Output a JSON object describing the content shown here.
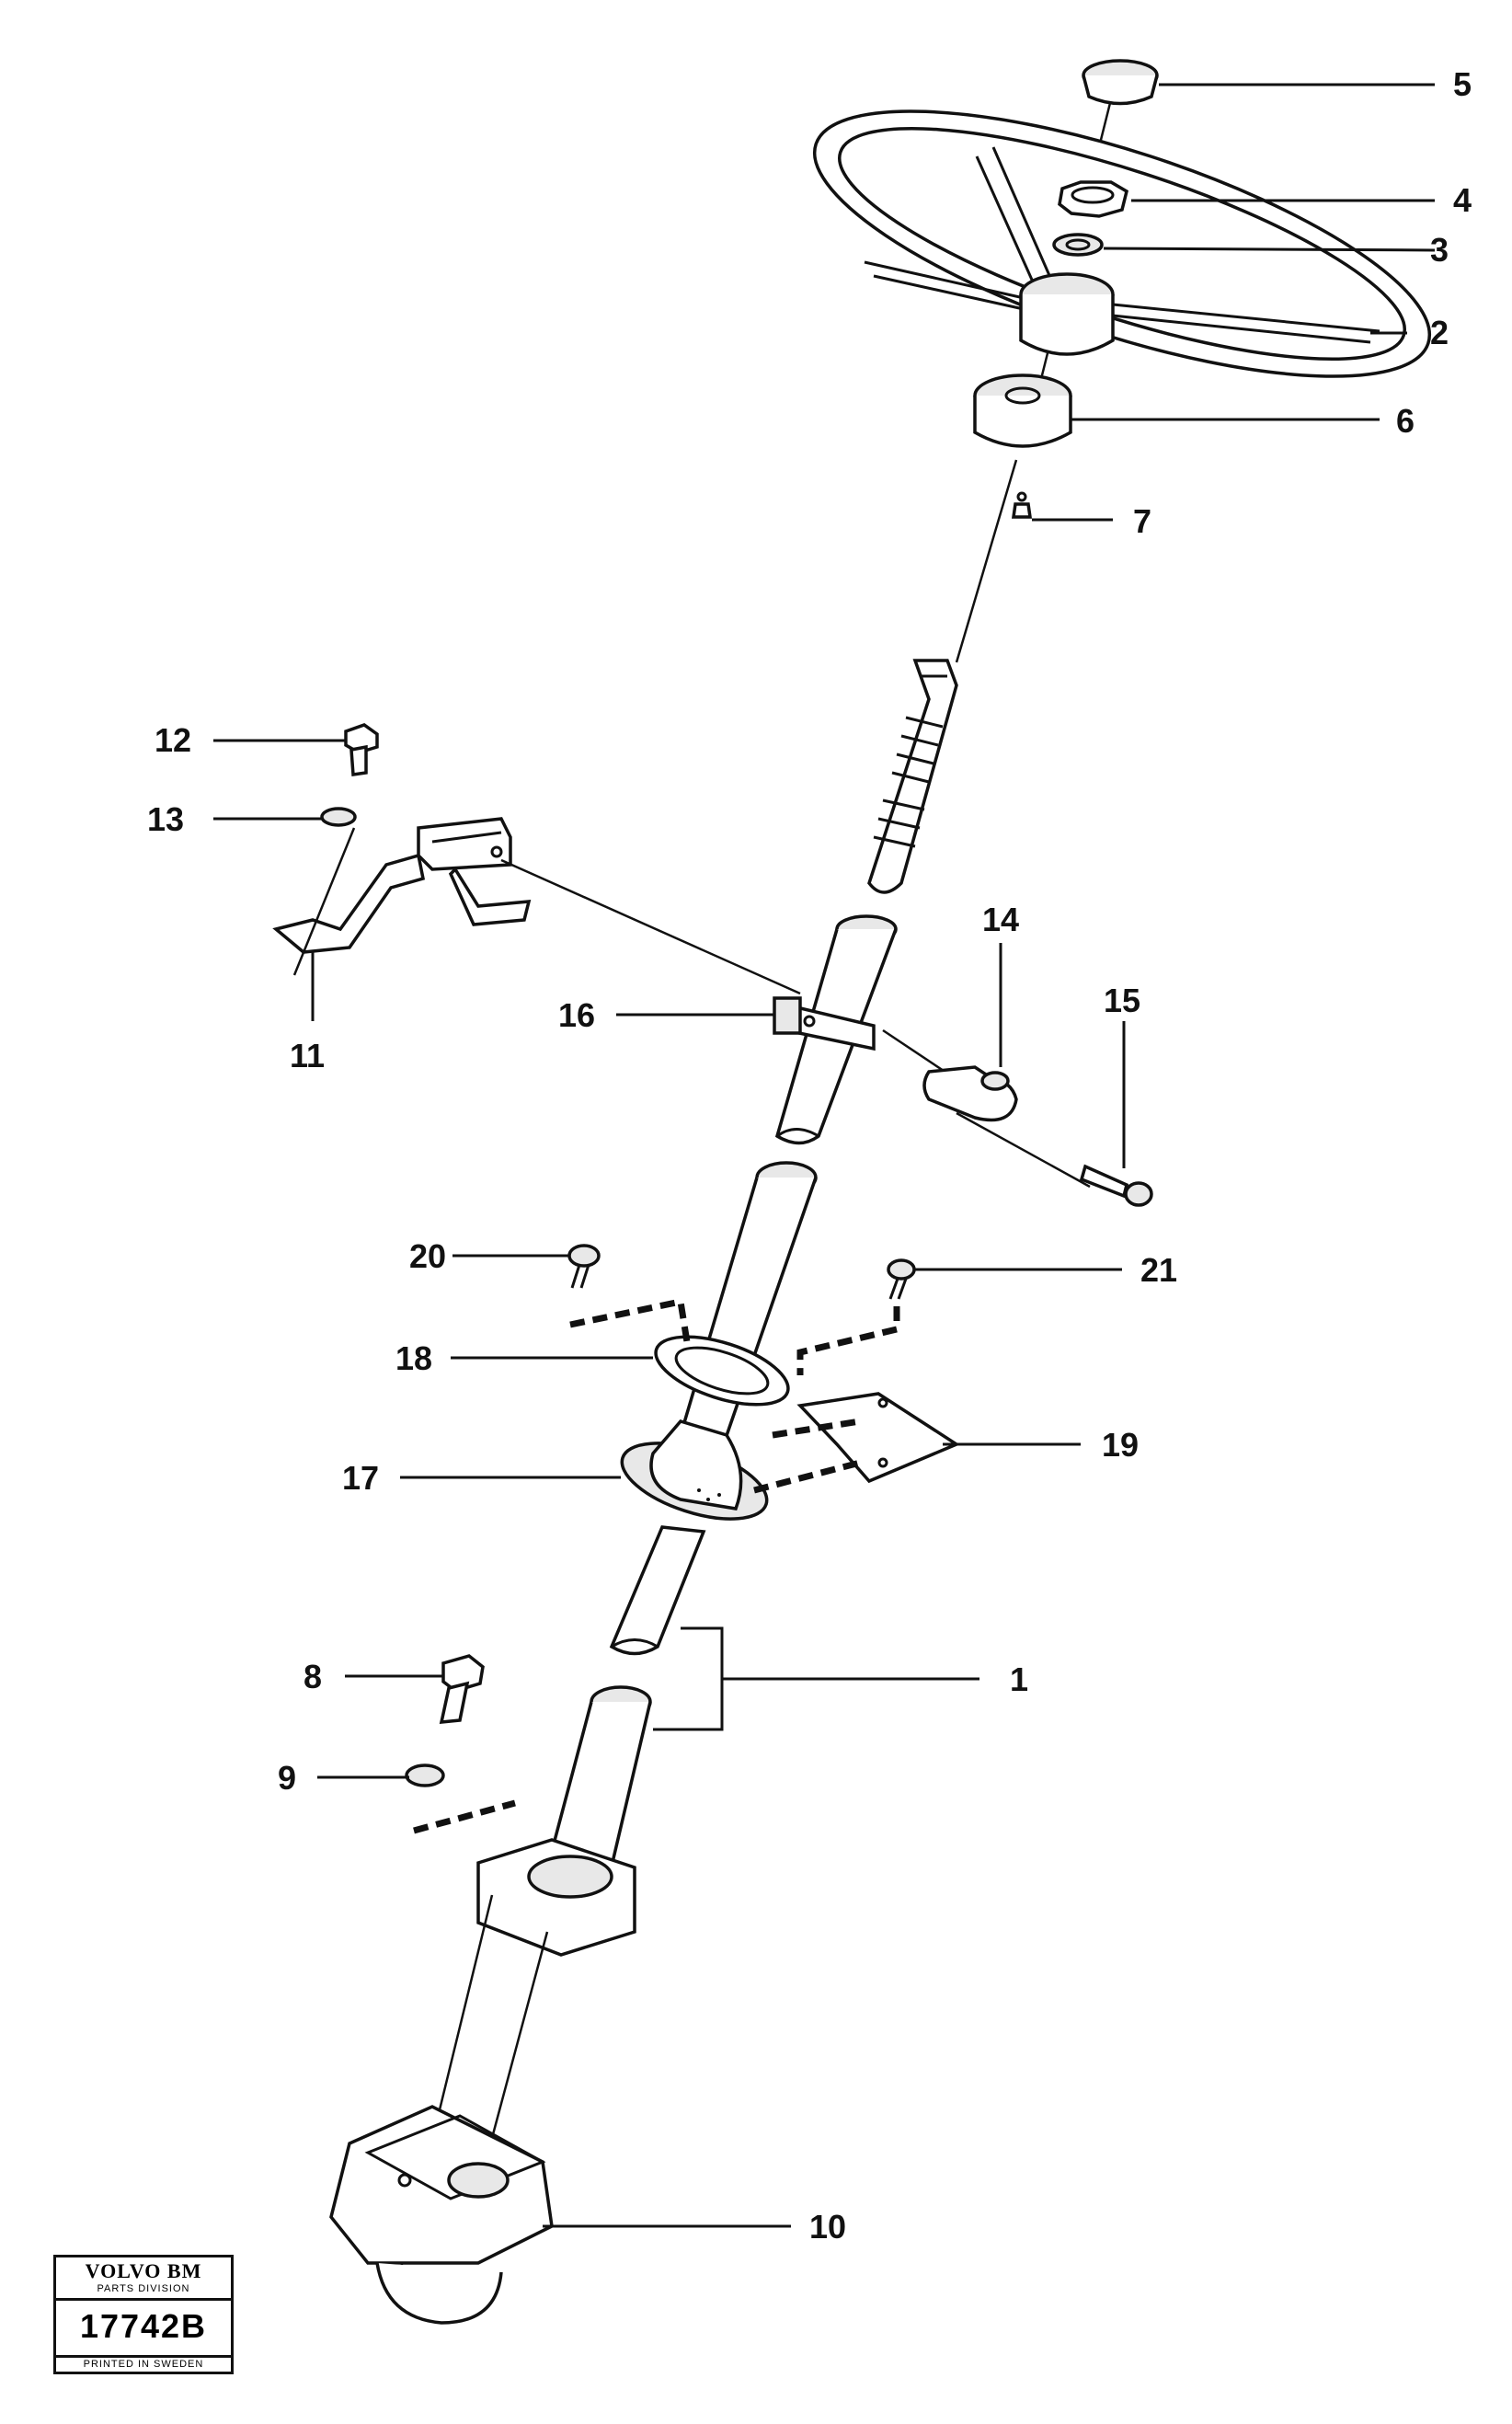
{
  "callouts": {
    "c1": "1",
    "c2": "2",
    "c3": "3",
    "c4": "4",
    "c5": "5",
    "c6": "6",
    "c7": "7",
    "c8": "8",
    "c9": "9",
    "c10": "10",
    "c11": "11",
    "c12": "12",
    "c13": "13",
    "c14": "14",
    "c15": "15",
    "c16": "16",
    "c17": "17",
    "c18": "18",
    "c19": "19",
    "c20": "20",
    "c21": "21"
  },
  "stamp": {
    "brand": "VOLVO BM",
    "division": "PARTS DIVISION",
    "code": "17742B",
    "printed": "PRINTED IN SWEDEN"
  }
}
